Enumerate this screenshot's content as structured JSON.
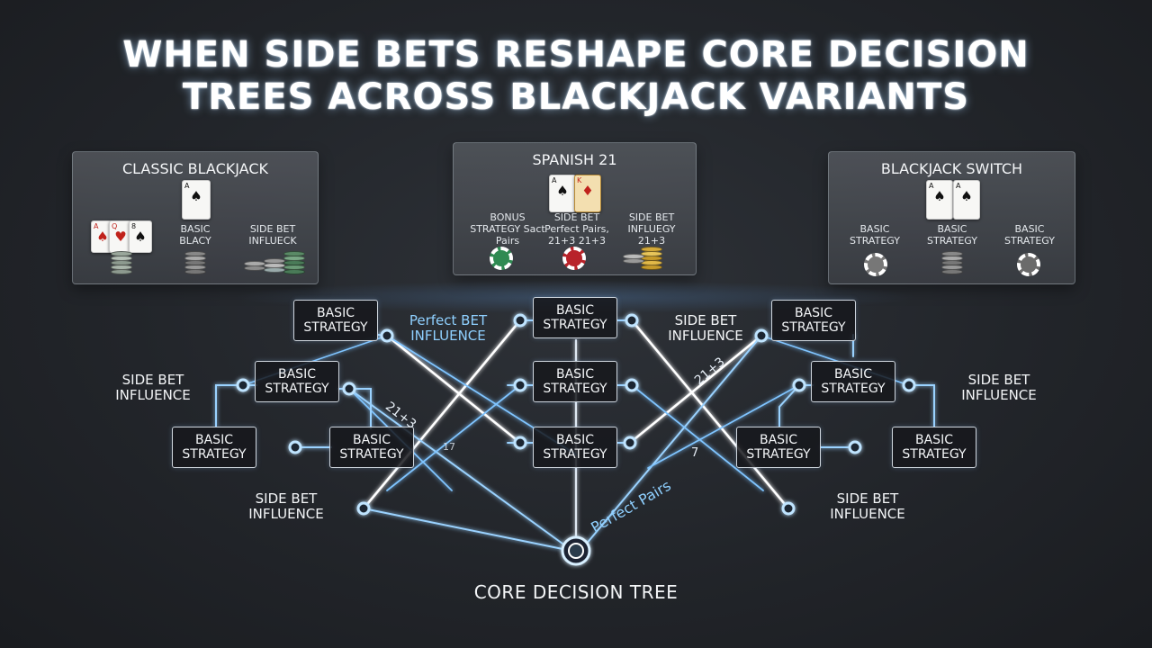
{
  "title": {
    "line1": "WHEN SIDE BETS RESHAPE CORE DECISION",
    "line2": "TREES ACROSS BLACKJACK VARIANTS"
  },
  "variants": [
    {
      "name": "CLASSIC BLACKJACK",
      "labels": [
        "BASIC BLACY",
        "SIDE BET INFLUECK"
      ]
    },
    {
      "name": "SPANISH 21",
      "labels": [
        "BONUS STRATEGY Sact Pairs",
        "SIDE BET Perfect Pairs, 21+3 21+3",
        "SIDE BET INFLUEGY 21+3"
      ]
    },
    {
      "name": "BLACKJACK SWITCH",
      "labels": [
        "BASIC STRATEGY",
        "BASIC STRATEGY",
        "BASIC STRATEGY"
      ]
    }
  ],
  "tree": {
    "node_text": "BASIC STRATEGY",
    "side_bet_influence": "SIDE BET INFLUENCE",
    "perfect_bet_influence": "Perfect BET INFLUENCE",
    "edge_labels": [
      "21+3",
      "21+3",
      "Perfect Pairs",
      "7",
      "17"
    ],
    "core_label": "CORE DECISION TREE"
  },
  "colors": {
    "accent_blue": "#8fd0ff",
    "node_border": "#cfd6de",
    "background": "#22252a"
  }
}
